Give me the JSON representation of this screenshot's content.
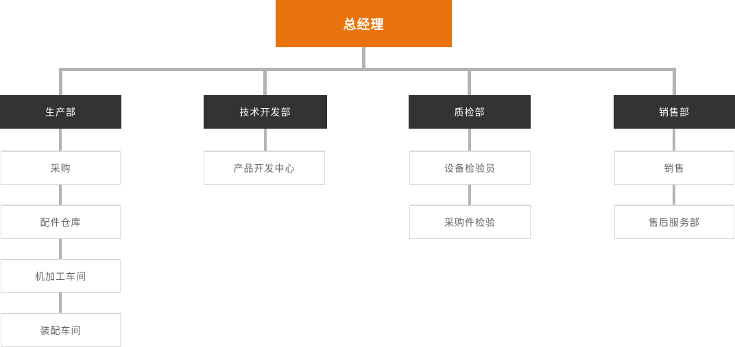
{
  "colors": {
    "root_bg": "#E8730D",
    "dept_bg": "#333333",
    "connector": "#B3B3B3",
    "child_border": "#DCDCDC",
    "child_border_top": "#D9D9D9",
    "child_text": "#666666",
    "node_text": "#FFFFFF"
  },
  "org_chart": {
    "root": {
      "label": "总经理"
    },
    "departments": [
      {
        "label": "生产部",
        "children": [
          "采购",
          "配件仓库",
          "机加工车间",
          "装配车间"
        ]
      },
      {
        "label": "技术开发部",
        "children": [
          "产品开发中心"
        ]
      },
      {
        "label": "质检部",
        "children": [
          "设备检验员",
          "采购件检验"
        ]
      },
      {
        "label": "销售部",
        "children": [
          "销售",
          "售后服务部"
        ]
      }
    ]
  }
}
